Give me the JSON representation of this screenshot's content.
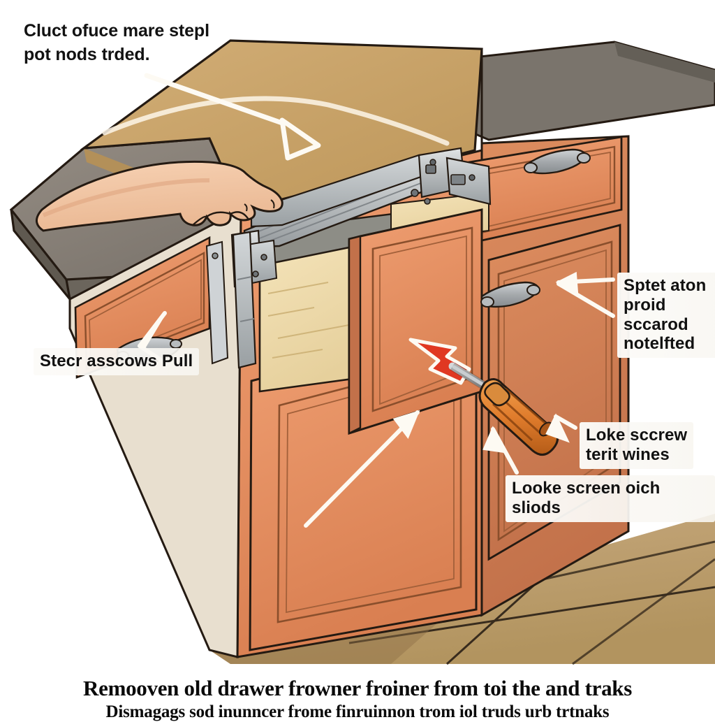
{
  "illustration": {
    "title": "Kitchen cabinet drawer removal instructional diagram",
    "scene": "Perspective line-art drawing of a kitchen base cabinet with an open drawer, metal ball-bearing drawer slides, a hand on the countertop and an orange screwdriver.",
    "palette": {
      "background": "#ffffff",
      "countertop_grey": "#8a8279",
      "countertop_grey_dark": "#6f6961",
      "counter_tan": "#c8a268",
      "cabinet_orange": "#e08a5c",
      "cabinet_orange_light": "#ec9f74",
      "cabinet_orange_dark": "#b9653c",
      "cabinet_cream": "#e8dfcf",
      "drawer_maple": "#efdcad",
      "drawer_interior_grey": "#8d8d86",
      "slide_metal": "#b9bcbd",
      "slide_metal_light": "#d9dcdd",
      "slide_metal_dark": "#8d9294",
      "handle_grey": "#9fa3a6",
      "floor_tile": "#bfa177",
      "grout": "#2e2318",
      "skin": "#f3c5a4",
      "skin_shadow": "#e0a883",
      "red_arrow": "#e03822",
      "white_arrow": "#fdfaf3",
      "outline": "#241a12",
      "text": "#111111"
    }
  },
  "callouts": {
    "top_note": "Cluct ofuce mare stepl\npot nods trded.",
    "left_label": "Stecr asscows  Pull",
    "right_label_top": "Sptet aton\nproid sccarod\nnotelfted",
    "right_label_mid": "Loke sccrew\nterit wines",
    "right_label_bottom": "Looke screen oich sliods"
  },
  "caption": {
    "line1": "Remooven old drawer frowner froiner from toi the and traks",
    "line2": "Dismagags sod inunncer frome finruinnon trom iol truds urb trtnaks"
  },
  "icons": {
    "white_arrow": "white-arrow-icon",
    "red_arrow": "red-arrow-icon",
    "screwdriver": "screwdriver-icon",
    "hand": "hand-pointing-icon",
    "drawer_slide": "drawer-slide-icon",
    "cabinet_pull": "cabinet-pull-handle-icon"
  }
}
